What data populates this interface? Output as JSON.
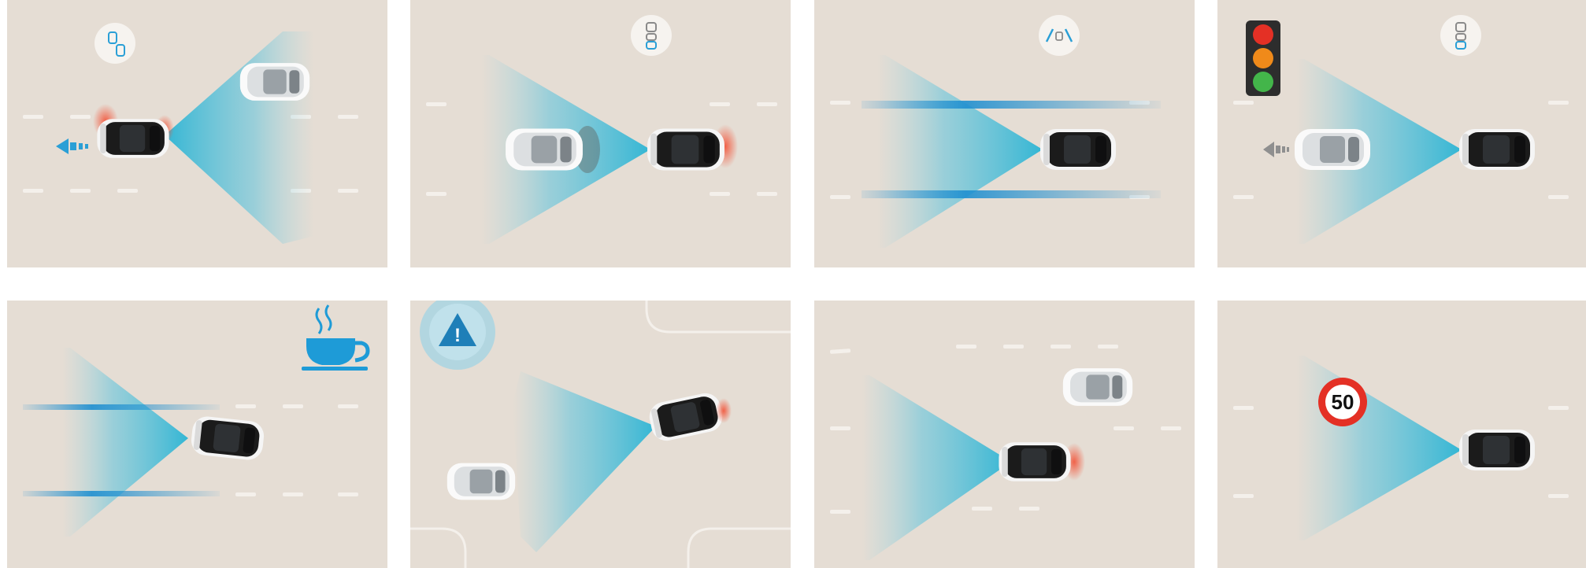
{
  "panels": [
    {
      "id": "forward-collision-avoidance",
      "icon": "car-distance-icon"
    },
    {
      "id": "rear-collision-warning",
      "icon": "car-distance-icon"
    },
    {
      "id": "lane-keeping-assist",
      "icon": "lane-icon"
    },
    {
      "id": "stop-and-go-traffic-light",
      "icon": "traffic-light-icon"
    },
    {
      "id": "driver-attention-warning",
      "icon": "coffee-cup-icon"
    },
    {
      "id": "junction-turning-assist",
      "icon": "warning-triangle-icon"
    },
    {
      "id": "blind-spot-monitoring",
      "icon": "car-icon"
    },
    {
      "id": "speed-limit-recognition",
      "icon": "speed-sign-icon"
    }
  ],
  "speed_sign": {
    "value": "50"
  },
  "warning_symbol": "!",
  "colors": {
    "background": "#e5ddd4",
    "sensor_beam": "#2ab4d4",
    "car_body": "#1a1a1a",
    "warning_red": "#e43025",
    "lane_marking": "#f4f0eb"
  }
}
